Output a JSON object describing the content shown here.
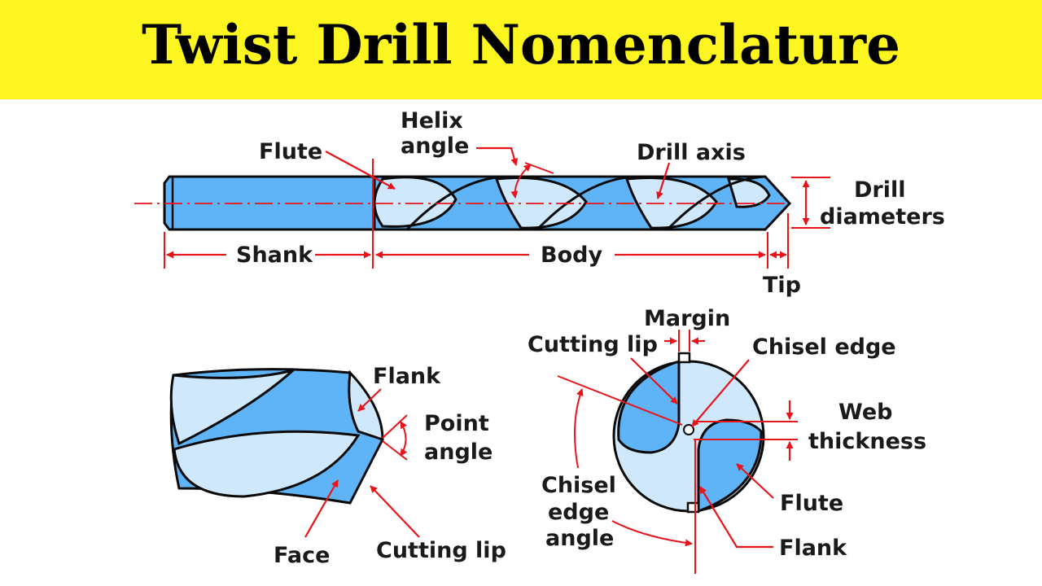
{
  "title": "Twist Drill Nomenclature",
  "colors": {
    "banner": "#fdf51f",
    "drill_fill": "#5fb3f7",
    "drill_light": "#cfe8fb",
    "outline": "#0a0a0a",
    "annotation_red": "#e8141a"
  },
  "side_view": {
    "labels": {
      "flute": "Flute",
      "helix_1": "Helix",
      "helix_2": "angle",
      "drill_axis": "Drill axis",
      "drill_1": "Drill",
      "drill_2": "diameters",
      "shank": "Shank",
      "body": "Body",
      "tip": "Tip"
    }
  },
  "point_view": {
    "labels": {
      "flank": "Flank",
      "point_1": "Point",
      "point_2": "angle",
      "face": "Face",
      "cutting_lip": "Cutting lip"
    }
  },
  "end_view": {
    "labels": {
      "margin": "Margin",
      "cutting_lip": "Cutting lip",
      "chisel_edge": "Chisel edge",
      "web_1": "Web",
      "web_2": "thickness",
      "chisel_angle_1": "Chisel",
      "chisel_angle_2": "edge",
      "chisel_angle_3": "angle",
      "flute": "Flute",
      "flank": "Flank"
    }
  }
}
